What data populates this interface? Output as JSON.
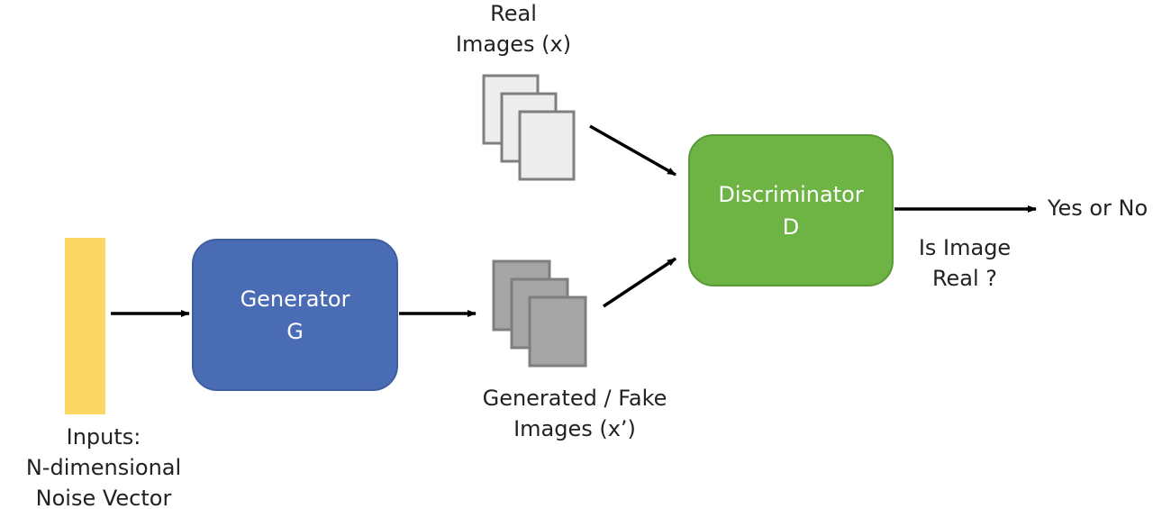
{
  "inputs": {
    "lines": [
      "Inputs:",
      "N-dimensional",
      "Noise Vector"
    ],
    "bar_color": "#FDD764"
  },
  "generator": {
    "lines": [
      "Generator",
      "G"
    ],
    "color": "#4A6CB5",
    "border": "#3F5E9F"
  },
  "generated_images": {
    "lines": [
      "Generated / Fake",
      "Images (x’)"
    ],
    "fill": "#A6A6A6",
    "stroke": "#7F7F7F"
  },
  "real_images": {
    "lines": [
      "Real",
      "Images (x)"
    ],
    "fill": "#EDEDED",
    "stroke": "#7F7F7F"
  },
  "discriminator": {
    "lines": [
      "Discriminator",
      "D"
    ],
    "color": "#6DB444",
    "border": "#5A9A36"
  },
  "output": {
    "label": "Yes or No",
    "question_lines": [
      "Is Image",
      "Real ?"
    ]
  },
  "arrow_color": "#000000"
}
